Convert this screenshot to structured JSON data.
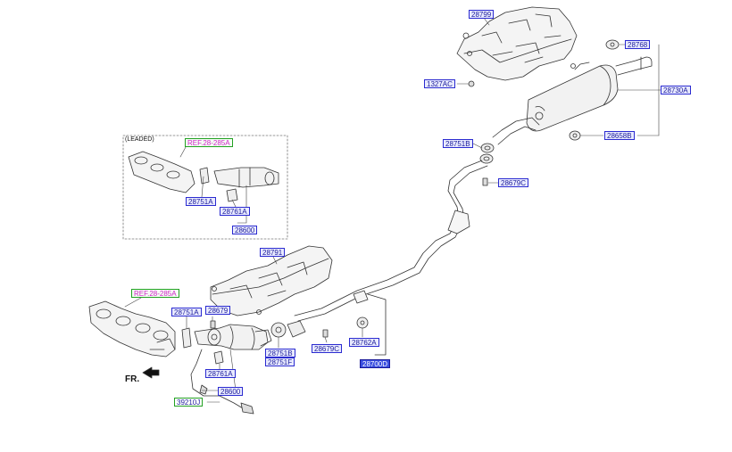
{
  "inset": {
    "title": "(LEADED)",
    "ref": "REF.28-285A"
  },
  "front_indicator": "FR.",
  "parts": {
    "p28799": "28799",
    "p28768": "28768",
    "p1327AC": "1327AC",
    "p28730A": "28730A",
    "p28751B_upper": "28751B",
    "p28658B": "28658B",
    "p28679C_upper": "28679C",
    "p28751A_inset": "28751A",
    "p28761A_inset": "28761A",
    "p28600_inset": "28600",
    "p28791": "28791",
    "ref_main": "REF.28-285A",
    "p28751A": "28751A",
    "p28679": "28679",
    "p28751B_lower": "28751B",
    "p28751F": "28751F",
    "p28679C_lower": "28679C",
    "p28762A": "28762A",
    "p28700D": "28700D",
    "p28761A": "28761A",
    "p28600": "28600",
    "p39210J": "39210J"
  },
  "colors": {
    "label_border": "#2b2bd0",
    "label_fill": "#e8eaff",
    "ref_text": "#d020c8",
    "selected": "#3a4fe0"
  }
}
